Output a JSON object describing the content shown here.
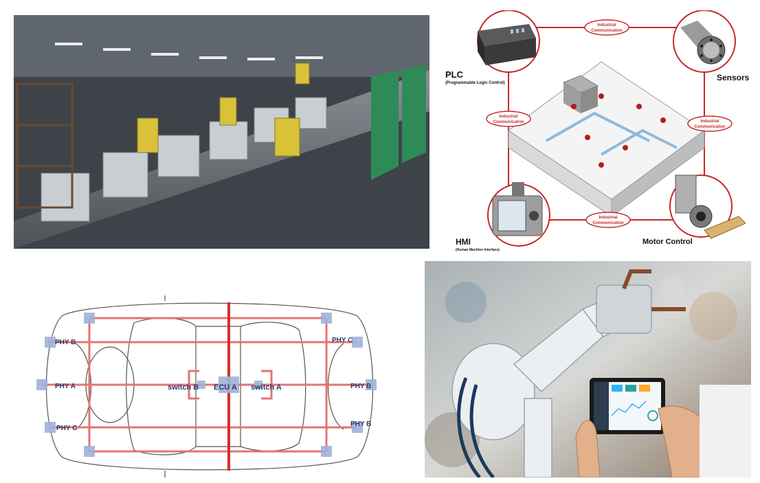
{
  "factory_photo": {
    "description_icon": "robot-assembly-line-icon"
  },
  "ics_diagram": {
    "plc_title": "PLC",
    "plc_subtitle": "(Programmable Logic Control)",
    "sensors_title": "Sensors",
    "hmi_title": "HMI",
    "hmi_subtitle": "(Human Machine Interface)",
    "motor_title": "Motor Control",
    "comm_top": [
      "Industrial",
      "Communication"
    ],
    "comm_left": [
      "Industrial",
      "Communication"
    ],
    "comm_right": [
      "Industrial",
      "Communication"
    ],
    "comm_bottom": [
      "Industrial",
      "Communication"
    ],
    "accent": "#c62828"
  },
  "car_network": {
    "labels": {
      "phy_b_top_left": "PHY B",
      "phy_c_top_right": "PHY C",
      "phy_a_left": "PHY A",
      "switch_b": "switch B",
      "ecu_a": "ECU A",
      "switch_a": "switch A",
      "phy_b_right": "PHY B",
      "phy_c_bottom_left": "PHY C",
      "phy_b_bottom_right": "PHY B"
    },
    "line_color": "#e57373",
    "node_color": "#9fb3d9"
  },
  "tablet_photo": {
    "description_icon": "tablet-robot-icon"
  }
}
